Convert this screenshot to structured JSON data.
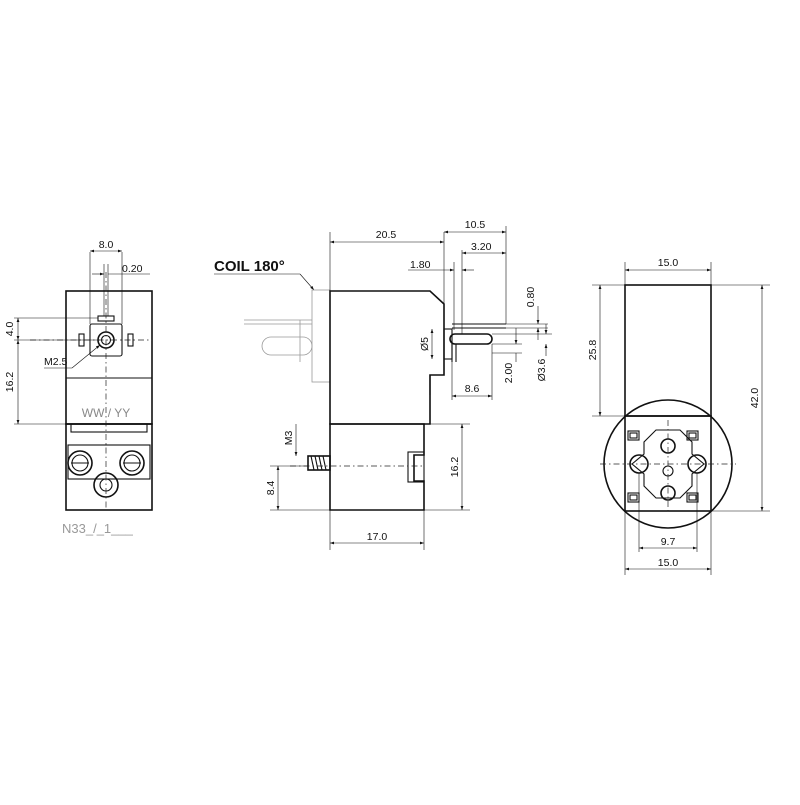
{
  "labels": {
    "front": {
      "width": "8.0",
      "offset": "0.20",
      "height_a": "4.0",
      "thread": "M2.5",
      "height_b": "16.2",
      "marking": "WW / YY",
      "part_number": "N33_/_1___"
    },
    "side": {
      "coil_rotation": "COIL 180°",
      "length_total": "20.5",
      "length_b": "10.5",
      "length_c": "3.20",
      "length_d": "1.80",
      "pin_diameter": "0.80",
      "connector_diameter": "Ø5",
      "pin_offset": "2.00",
      "pin_socket": "Ø3.6",
      "pin_length": "8.6",
      "thread": "M3",
      "body_height": "16.2",
      "thread_height": "8.4",
      "base_length": "17.0"
    },
    "end": {
      "width_top": "15.0",
      "coil_height": "25.8",
      "total_height": "42.0",
      "port_spacing": "9.7",
      "width_bottom": "15.0"
    }
  }
}
